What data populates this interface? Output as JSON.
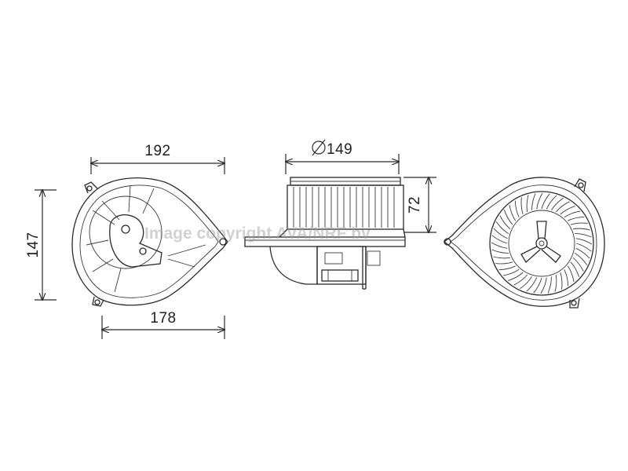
{
  "dimensions": {
    "left_view_width": "192",
    "left_view_base": "178",
    "left_view_height": "147",
    "side_view_diameter": "149",
    "side_view_height": "72"
  },
  "watermark": "Image copyright AVA/NRF bv",
  "colors": {
    "line": "#2a2a2a",
    "background": "#ffffff",
    "watermark": "#9a9a9a"
  }
}
